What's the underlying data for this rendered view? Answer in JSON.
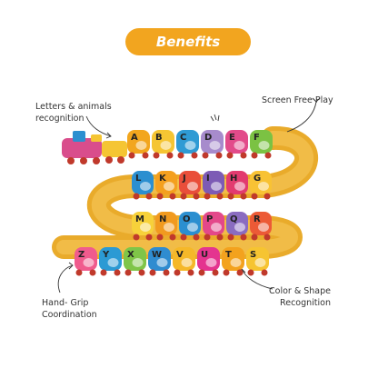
{
  "header": {
    "title": "Benefits"
  },
  "callouts": {
    "letters": [
      "Letters & animals",
      "recognition"
    ],
    "screen": [
      "Screen Free Play"
    ],
    "hand": [
      "Hand- Grip",
      "Coordination"
    ],
    "color": [
      "Color & Shape",
      "Recognition"
    ]
  },
  "puzzle": {
    "rows": [
      {
        "letters": [
          "A",
          "B",
          "C",
          "D",
          "E",
          "F"
        ],
        "colors": [
          "#f2a61e",
          "#f5c533",
          "#2f9bd4",
          "#a78bcc",
          "#e24b8a",
          "#7bc243"
        ]
      },
      {
        "letters": [
          "L",
          "K",
          "J",
          "I",
          "H",
          "G"
        ],
        "colors": [
          "#2b8fd0",
          "#f4a01f",
          "#e94e3a",
          "#7d5bb5",
          "#e23b6f",
          "#f8c234"
        ]
      },
      {
        "letters": [
          "M",
          "N",
          "O",
          "P",
          "Q",
          "R"
        ],
        "colors": [
          "#f7d13a",
          "#f19a1f",
          "#2b8fd0",
          "#e3488a",
          "#8a6cc0",
          "#ec5a36"
        ]
      },
      {
        "letters": [
          "Z",
          "Y",
          "X",
          "W",
          "V",
          "U",
          "T",
          "S"
        ],
        "colors": [
          "#f05b8d",
          "#2b9ad4",
          "#7fc548",
          "#2f8cd0",
          "#f5b829",
          "#e4348f",
          "#f3a21e",
          "#f6c431"
        ]
      }
    ],
    "engine_color": "#d94d8c",
    "track_color": "#e9ab2b"
  }
}
